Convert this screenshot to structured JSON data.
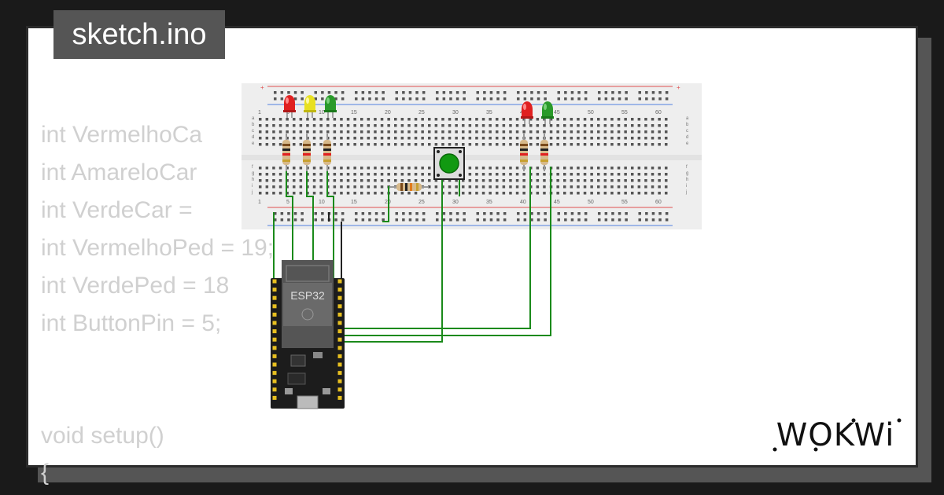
{
  "title": "sketch.ino",
  "code_lines": [
    "int VermelhoCa",
    "int AmareloCar",
    "int VerdeCar = ",
    "int VermelhoPed = 19;",
    "int VerdePed = 18",
    "int ButtonPin = 5;",
    "void setup()",
    "{"
  ],
  "board": {
    "label": "ESP32"
  },
  "breadboard": {
    "column_numbers": [
      "1",
      "5",
      "10",
      "15",
      "20",
      "25",
      "30",
      "35",
      "40",
      "45",
      "50",
      "55",
      "60"
    ],
    "row_letters_top": [
      "a",
      "b",
      "c",
      "d",
      "e"
    ],
    "row_letters_bottom": [
      "f",
      "g",
      "h",
      "i",
      "j"
    ]
  },
  "logo_text": "WOKWi",
  "colors": {
    "background": "#1a1a1a",
    "card": "#ffffff",
    "badge": "#555555",
    "code": "#d0d0d0",
    "breadboard": "#eeeeee",
    "wire": "#1a8a1a",
    "led_red": "#e02020",
    "led_yellow": "#e8e020",
    "led_green": "#2a9a2a",
    "button": "#119911"
  }
}
